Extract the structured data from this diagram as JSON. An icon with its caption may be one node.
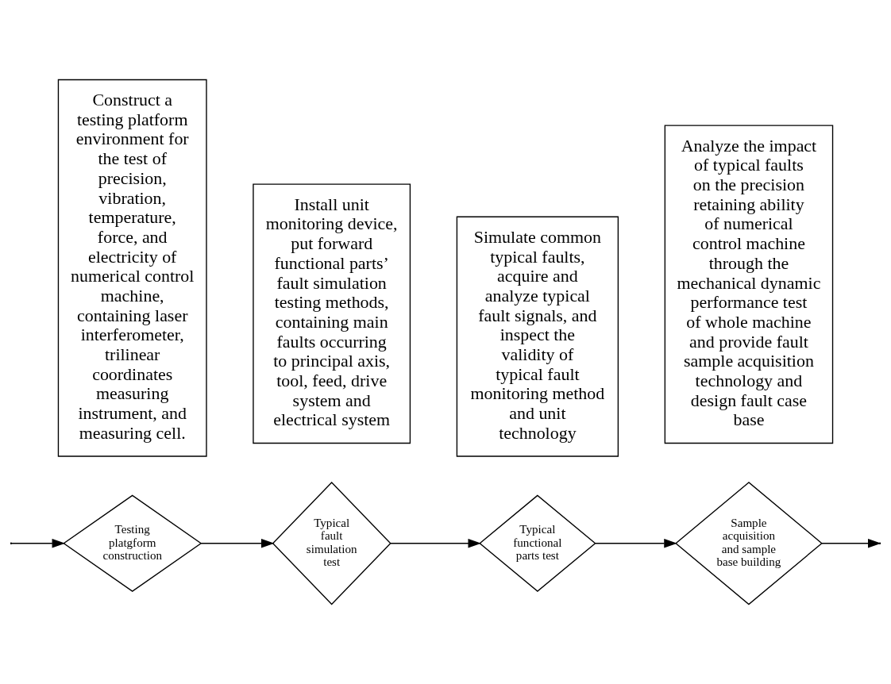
{
  "diagram": {
    "nodes": [
      {
        "text": [
          "Testing platgform construction"
        ]
      },
      {
        "text": [
          "Typical fault simulation test"
        ]
      },
      {
        "text": [
          "Typical functional parts test"
        ]
      },
      {
        "text": [
          "Sample acquisition and sample base building"
        ]
      },
      {
        "text": [
          "Construct a testing platform environment for the test of precision, vibration, temperature, force, and electricity of numerical control machine, containing laser interferometer, trilinear coordinates measuring instrument, and measuring cell."
        ]
      },
      {
        "text": [
          "Install unit monitoring device, put forward functional parts’ fault simulation testing methods, containing main faults occurring to principal axis, tool, feed, drive system and electrical system"
        ]
      },
      {
        "text": [
          "Simulate common typical faults, acquire and analyze typical fault signals, and inspect the validity of typical fault monitoring method and unit technology"
        ]
      },
      {
        "text": [
          "Analyze the impact of typical faults on the precision retaining ability of numerical control machine through the mechanical dynamic performance test of whole machine and provide fault sample acquisition technology and design fault case base"
        ]
      }
    ],
    "edges": [
      {
        "from": null,
        "to": 0,
        "arrow": "to"
      },
      {
        "from": 0,
        "to": 1,
        "arrow": "to"
      },
      {
        "from": 1,
        "to": 2,
        "arrow": "to"
      },
      {
        "from": 2,
        "to": 3,
        "arrow": "to"
      },
      {
        "from": 3,
        "to": null,
        "arrow": "to"
      }
    ]
  }
}
